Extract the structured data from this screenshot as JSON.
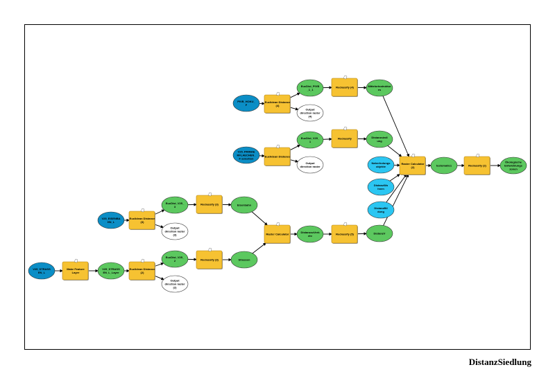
{
  "title": "DistanzSiedlung",
  "colors": {
    "input_data": "#0b8ec6",
    "input_value": "#2bc6f2",
    "derived_data": "#5cc85f",
    "tool": "#f6c232",
    "intermediate_output": "#ffffff"
  },
  "nodes": [
    {
      "id": "pivb",
      "kind": "input_data",
      "label": [
        "PIVB_HOKU_",
        "F"
      ]
    },
    {
      "id": "ed4",
      "kind": "tool",
      "label": [
        "Euclidean Distance",
        "(4)"
      ]
    },
    {
      "id": "eucpivb",
      "kind": "derived_data",
      "label": [
        "EucDist_PIVB",
        "_1_1"
      ]
    },
    {
      "id": "odr4",
      "kind": "intermediate_output",
      "label": [
        "Output",
        "direction raster",
        "(4)"
      ]
    },
    {
      "id": "rc4",
      "kind": "tool",
      "label": [
        "Reclassify (4)"
      ]
    },
    {
      "id": "mittel",
      "kind": "derived_data",
      "label": [
        "Mittelortsstruktur",
        "es"
      ]
    },
    {
      "id": "prim",
      "kind": "input_data",
      "label": [
        "V25_PRIMAE",
        "RFLAECHEN_",
        "F selection"
      ]
    },
    {
      "id": "ed1",
      "kind": "tool",
      "label": [
        "Euclidean Distance"
      ]
    },
    {
      "id": "euc1",
      "kind": "derived_data",
      "label": [
        "EucDist_V25_",
        "1"
      ]
    },
    {
      "id": "odr1",
      "kind": "intermediate_output",
      "label": [
        "Output",
        "direction raster"
      ]
    },
    {
      "id": "rc1",
      "kind": "tool",
      "label": [
        "Reclassify"
      ]
    },
    {
      "id": "distsied",
      "kind": "derived_data",
      "label": [
        "Distanzsiedl",
        "ung"
      ]
    },
    {
      "id": "rcalc2",
      "kind": "tool",
      "label": [
        "Raster Calculator",
        "(2)"
      ]
    },
    {
      "id": "naher",
      "kind": "input_value",
      "label": [
        "Naherholungs",
        "objekte"
      ]
    },
    {
      "id": "distw",
      "kind": "input_value",
      "label": [
        "DistanzWo",
        "hnen"
      ]
    },
    {
      "id": "distb",
      "kind": "input_value",
      "label": [
        "DistanzBil",
        "dung"
      ]
    },
    {
      "id": "distv",
      "kind": "derived_data",
      "label": [
        "DistanzV"
      ]
    },
    {
      "id": "testo",
      "kind": "derived_data",
      "label": [
        "testomatic1"
      ]
    },
    {
      "id": "rc2",
      "kind": "tool",
      "label": [
        "Reclassify (2)"
      ]
    },
    {
      "id": "oeko",
      "kind": "derived_data",
      "label": [
        "Ökologische",
        "Entwicklungs",
        "zonen"
      ]
    },
    {
      "id": "eisenin",
      "kind": "input_data",
      "label": [
        "V25_EISENBA",
        "HN_L"
      ]
    },
    {
      "id": "ed3",
      "kind": "tool",
      "label": [
        "Euclidean Distance",
        "(3)"
      ]
    },
    {
      "id": "euc3",
      "kind": "derived_data",
      "label": [
        "EucDist_V25_",
        "3"
      ]
    },
    {
      "id": "odr3",
      "kind": "intermediate_output",
      "label": [
        "Output",
        "direction raster",
        "(3)"
      ]
    },
    {
      "id": "rc3",
      "kind": "tool",
      "label": [
        "Reclassify (3)"
      ]
    },
    {
      "id": "eisen",
      "kind": "derived_data",
      "label": [
        "Eisenbahn"
      ]
    },
    {
      "id": "rcalc",
      "kind": "tool",
      "label": [
        "Raster Calculator"
      ]
    },
    {
      "id": "distverk",
      "kind": "derived_data",
      "label": [
        "DistanzzuVerk",
        "ehr"
      ]
    },
    {
      "id": "rc5",
      "kind": "tool",
      "label": [
        "Reclassify (5)"
      ]
    },
    {
      "id": "strin",
      "kind": "input_data",
      "label": [
        "V25_STRASS",
        "EN_L"
      ]
    },
    {
      "id": "mfl",
      "kind": "tool",
      "label": [
        "Make Feature",
        "Layer"
      ]
    },
    {
      "id": "strlayer",
      "kind": "derived_data",
      "label": [
        "V25_STRASS",
        "EN_L_Layer"
      ]
    },
    {
      "id": "ed2",
      "kind": "tool",
      "label": [
        "Euclidean Distance",
        "(2)"
      ]
    },
    {
      "id": "euc2",
      "kind": "derived_data",
      "label": [
        "EucDist_V25_",
        "2"
      ]
    },
    {
      "id": "odr2",
      "kind": "intermediate_output",
      "label": [
        "Output",
        "direction raster",
        "(2)"
      ]
    },
    {
      "id": "rc3b",
      "kind": "tool",
      "label": [
        "Reclassify (3)"
      ]
    },
    {
      "id": "strassen",
      "kind": "derived_data",
      "label": [
        "Strassen"
      ]
    }
  ],
  "edges": [
    [
      "pivb",
      "ed4"
    ],
    [
      "ed4",
      "eucpivb"
    ],
    [
      "ed4",
      "odr4"
    ],
    [
      "eucpivb",
      "rc4"
    ],
    [
      "rc4",
      "mittel"
    ],
    [
      "mittel",
      "rcalc2"
    ],
    [
      "prim",
      "ed1"
    ],
    [
      "ed1",
      "euc1"
    ],
    [
      "ed1",
      "odr1"
    ],
    [
      "euc1",
      "rc1"
    ],
    [
      "rc1",
      "distsied"
    ],
    [
      "distsied",
      "rcalc2"
    ],
    [
      "naher",
      "rcalc2"
    ],
    [
      "distw",
      "rcalc2"
    ],
    [
      "distb",
      "rcalc2"
    ],
    [
      "distv",
      "rcalc2"
    ],
    [
      "rcalc2",
      "testo"
    ],
    [
      "testo",
      "rc2"
    ],
    [
      "rc2",
      "oeko"
    ],
    [
      "eisenin",
      "ed3"
    ],
    [
      "ed3",
      "euc3"
    ],
    [
      "ed3",
      "odr3"
    ],
    [
      "euc3",
      "rc3"
    ],
    [
      "rc3",
      "eisen"
    ],
    [
      "eisen",
      "rcalc"
    ],
    [
      "strin",
      "mfl"
    ],
    [
      "mfl",
      "strlayer"
    ],
    [
      "strlayer",
      "ed2"
    ],
    [
      "ed2",
      "euc2"
    ],
    [
      "ed2",
      "odr2"
    ],
    [
      "euc2",
      "rc3b"
    ],
    [
      "rc3b",
      "strassen"
    ],
    [
      "strassen",
      "rcalc"
    ],
    [
      "rcalc",
      "distverk"
    ],
    [
      "distverk",
      "rc5"
    ],
    [
      "rc5",
      "distv"
    ]
  ]
}
